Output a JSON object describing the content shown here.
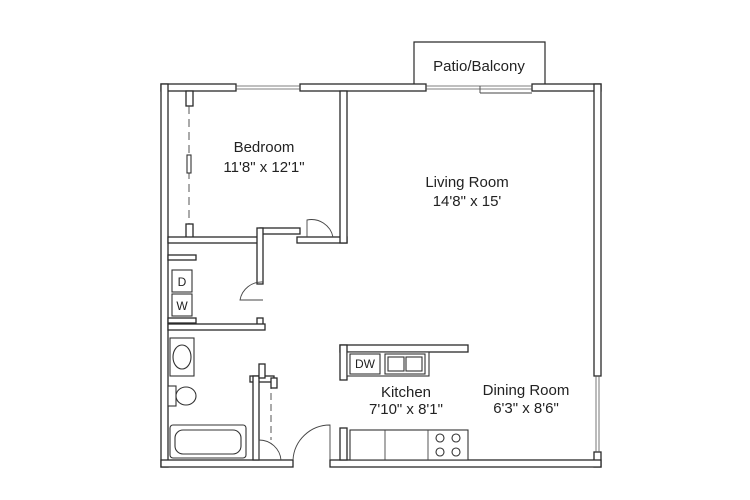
{
  "plan": {
    "rooms": {
      "patio": {
        "name": "Patio/Balcony"
      },
      "bedroom": {
        "name": "Bedroom",
        "size": "11'8\" x 12'1\""
      },
      "living": {
        "name": "Living Room",
        "size": "14'8\" x 15'"
      },
      "kitchen": {
        "name": "Kitchen",
        "size": "7'10\" x 8'1\""
      },
      "dining": {
        "name": "Dining Room",
        "size": "6'3\" x 8'6\""
      }
    },
    "appliances": {
      "dishwasher": "DW",
      "washer": "W",
      "dryer": "D"
    }
  }
}
